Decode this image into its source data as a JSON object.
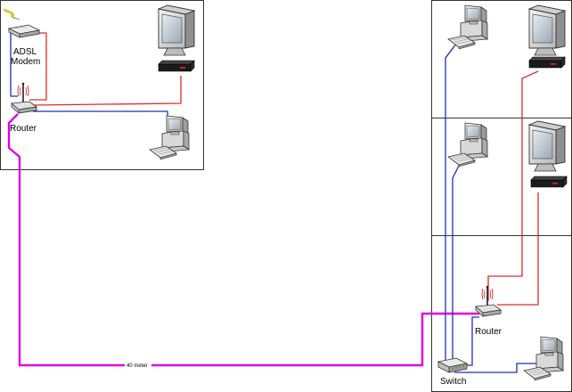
{
  "labels": {
    "adsl_modem_line1": "ADSL",
    "adsl_modem_line2": "Modem",
    "router_left": "Router",
    "router_right": "Router",
    "switch": "Switch",
    "distance": "40 meter"
  },
  "colors": {
    "background": "#ffffff",
    "frame": "#333333",
    "lan_cable": "#1f2fb8",
    "tv_cable": "#e02a2a",
    "long_cable": "#e000e0",
    "lightning": "#f2e600"
  },
  "icons": {
    "pc": "desktop-computer-icon",
    "tv": "crt-monitor-icon",
    "stb": "set-top-box-icon",
    "router": "router-icon",
    "modem": "adsl-modem-icon",
    "switch": "network-switch-icon"
  }
}
